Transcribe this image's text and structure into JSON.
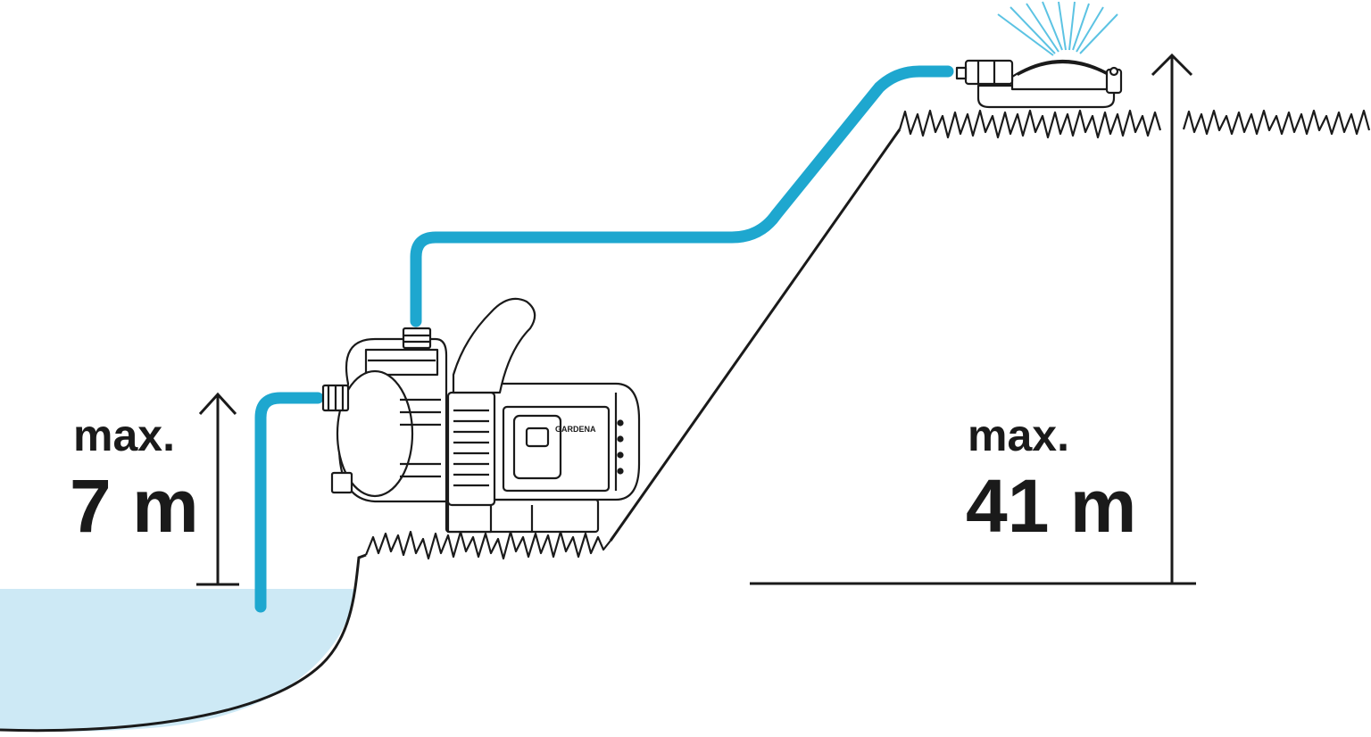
{
  "suction_label": {
    "prefix": "max.",
    "value": "7 m"
  },
  "delivery_label": {
    "prefix": "max.",
    "value": "41 m"
  },
  "pump_brand": "GARDENA",
  "colors": {
    "water": "#cde9f5",
    "hose": "#1ea7cf",
    "line": "#1a1a1a",
    "spray": "#5cc3e3"
  },
  "icons": [
    "garden-pump-icon",
    "sprinkler-icon",
    "grass-icon",
    "up-arrow-icon"
  ]
}
